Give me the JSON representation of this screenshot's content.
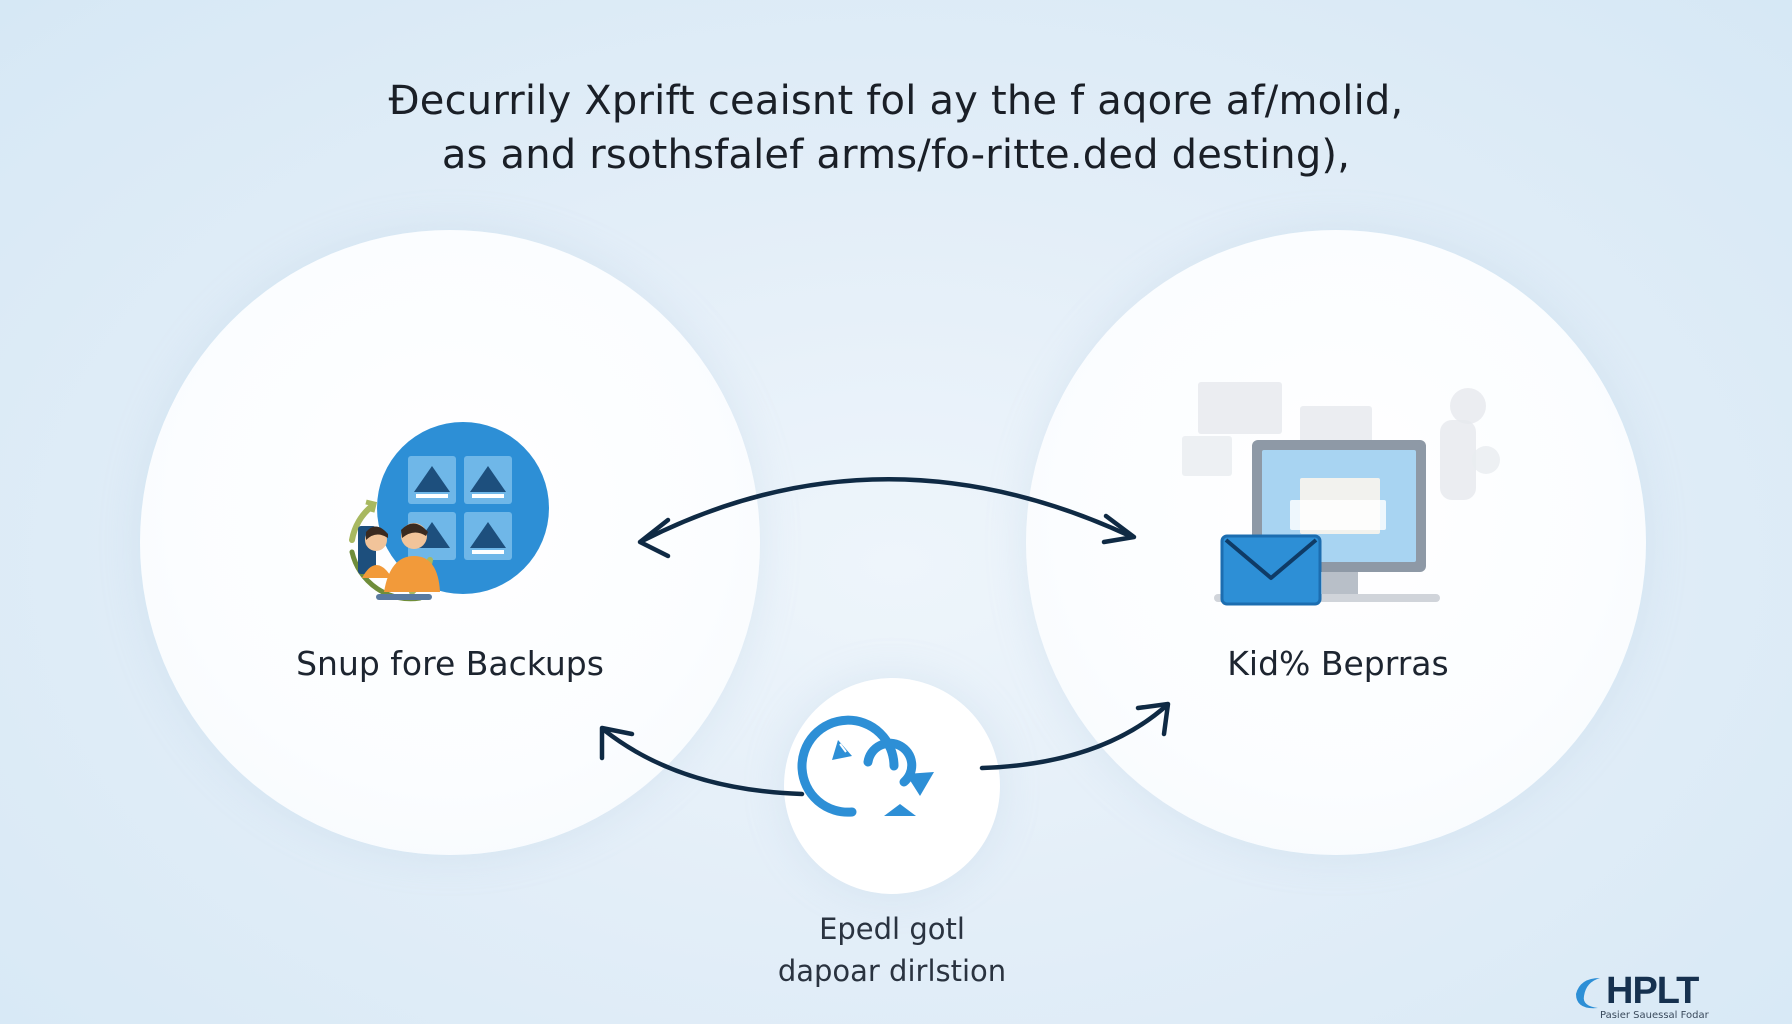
{
  "headline": {
    "line1": "Đecurrily Xprift ceaisnt fol ay the f aqore af/molid,",
    "line2": "as and rsothsfalef arms/fo-ritte.ded desting),"
  },
  "nodes": {
    "left": {
      "label": "Snup fore Backups",
      "icon": "backup-gallery-icon"
    },
    "right": {
      "label": "Kid% Beprras",
      "icon": "monitor-email-icon"
    },
    "center": {
      "label_line1": "Epedl gotl",
      "label_line2": "dapoar dirlstion",
      "icon": "sync-icon"
    }
  },
  "logo": {
    "text": "HPLT",
    "subtext": "Pasier Sauessal Fodar"
  },
  "colors": {
    "accent_blue": "#2d8fd6",
    "arrow": "#0f2a44",
    "background": "#e3eef8"
  }
}
